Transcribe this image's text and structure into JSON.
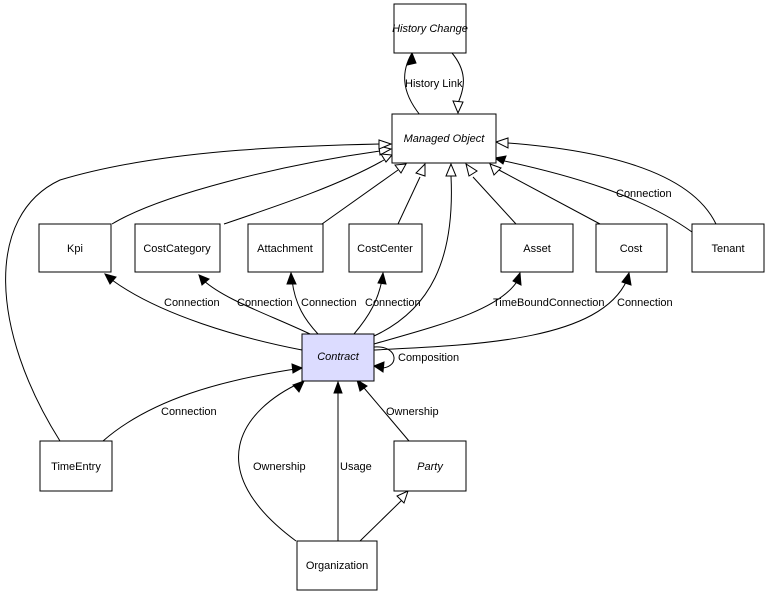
{
  "nodes": {
    "history_change": "History Change",
    "managed_object": "Managed Object",
    "kpi": "Kpi",
    "cost_category": "CostCategory",
    "attachment": "Attachment",
    "cost_center": "CostCenter",
    "asset": "Asset",
    "cost": "Cost",
    "tenant": "Tenant",
    "contract": "Contract",
    "time_entry": "TimeEntry",
    "party": "Party",
    "organization": "Organization"
  },
  "edge_labels": {
    "history_link": "History Link",
    "tenant_connection": "Connection",
    "kpi_connection": "Connection",
    "costcategory_connection": "Connection",
    "attachment_connection": "Connection",
    "costcenter_connection": "Connection",
    "asset_connection": "TimeBoundConnection",
    "cost_connection": "Connection",
    "composition": "Composition",
    "timeentry_connection": "Connection",
    "party_ownership": "Ownership",
    "org_ownership": "Ownership",
    "org_usage": "Usage"
  },
  "colors": {
    "highlight_fill": "#dcdcff",
    "node_fill": "#ffffff",
    "line": "#000000"
  }
}
